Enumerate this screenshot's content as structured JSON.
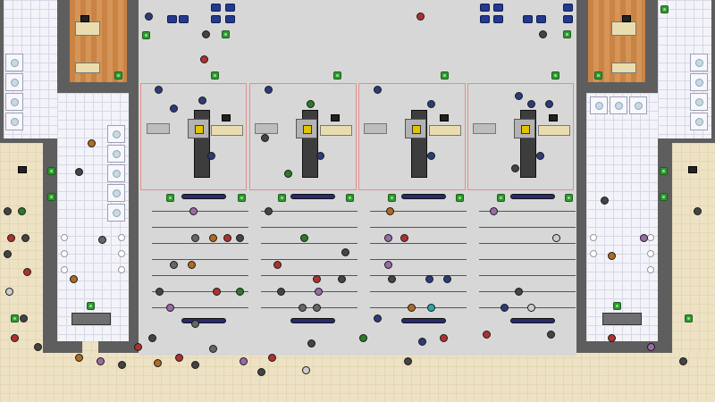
{
  "scene": {
    "type": "airport security checkpoint simulation, top-down view",
    "palette": {
      "sand_floor": "#ede2c3",
      "tile_floor": "#f3f3fa",
      "concrete_floor": "#d7d7d7",
      "wall": "#5e5e5e",
      "office_floor": "#cd8a4c",
      "zone_border": "#e28e8e",
      "plant": "#2f9a2f",
      "seat": "#243a8e"
    },
    "icons": [
      "person-icon",
      "plant-icon",
      "seat-icon",
      "xray-scanner-icon",
      "body-scanner-icon",
      "toilet-stall-icon",
      "desk-icon",
      "computer-icon"
    ]
  },
  "checkpoint": {
    "lanes": 4,
    "queue_sections": 4
  }
}
